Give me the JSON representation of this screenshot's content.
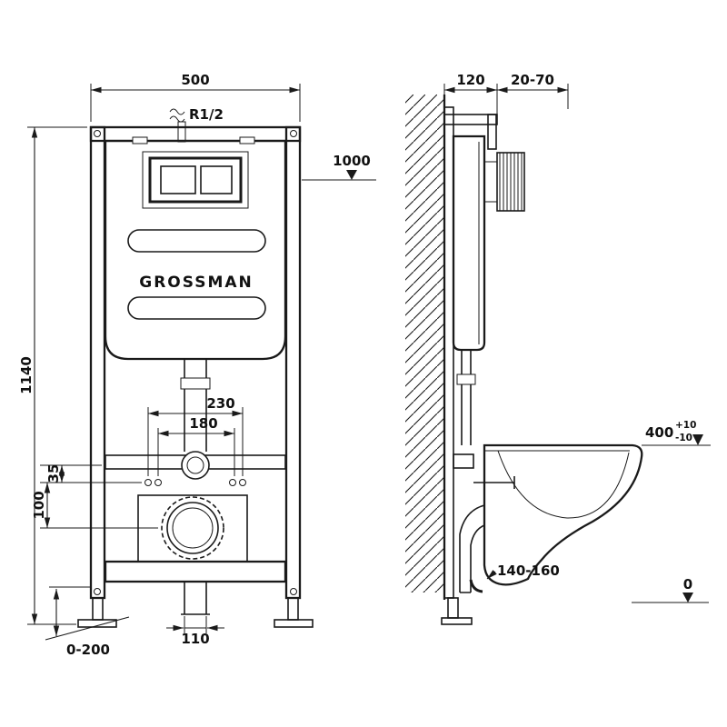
{
  "page": {
    "background": "#ffffff",
    "line_color": "#1a1a1a"
  },
  "brand": {
    "logo": "GROSSMAN"
  },
  "front_view": {
    "dim_width": "500",
    "dim_height": "1140",
    "inlet_thread": "R1/2",
    "level_flush_plate": "1000",
    "dim_fixing_outer": "230",
    "dim_fixing_inner": "180",
    "dim_offset_100": "100",
    "dim_offset_35": "35",
    "dim_drain_pipe": "110",
    "dim_leg_range": "0-200"
  },
  "side_view": {
    "dim_depth": "120",
    "dim_wall_finish": "20-70",
    "bowl_height": "400",
    "bowl_height_tol_up": "+10",
    "bowl_height_tol_dn": "-10",
    "dim_drain_height": "140-160",
    "level_floor": "0"
  }
}
